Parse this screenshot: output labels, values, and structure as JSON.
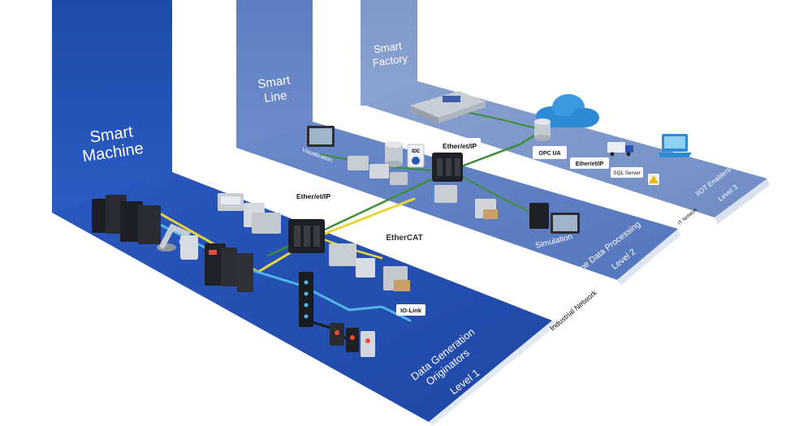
{
  "tiers": {
    "machine": {
      "title_line1": "Smart",
      "title_line2": "Machine",
      "level_line1": "Data Generation",
      "level_line2": "Originators",
      "level_line3": "Level 1"
    },
    "line": {
      "title_line1": "Smart",
      "title_line2": "Line",
      "level_line1": "Line Data Processing",
      "level_line2": "Level 2",
      "screen_label": "Visualization",
      "sim_label": "Simulation"
    },
    "factory": {
      "title_line1": "Smart",
      "title_line2": "Factory",
      "level_line1": "IIOT Enablers",
      "level_line2": "Level 3"
    }
  },
  "networks": {
    "industrial": "Industrial Network",
    "it": "IT Network"
  },
  "badges": {
    "ethernet_ip": "Ether/et/IP",
    "ethercat": "EtherCAT",
    "io_link": "IO-Link",
    "ide": "IDE",
    "opc_ua": "OPC UA",
    "sql_server": "SQL Server"
  },
  "colors": {
    "level1": "#2a55b8",
    "level2": "#5c7fc4",
    "level3": "#7a95c6",
    "link_yellow": "#e8d634",
    "link_cyan": "#4fb6e6",
    "link_green": "#3f8f3a"
  }
}
